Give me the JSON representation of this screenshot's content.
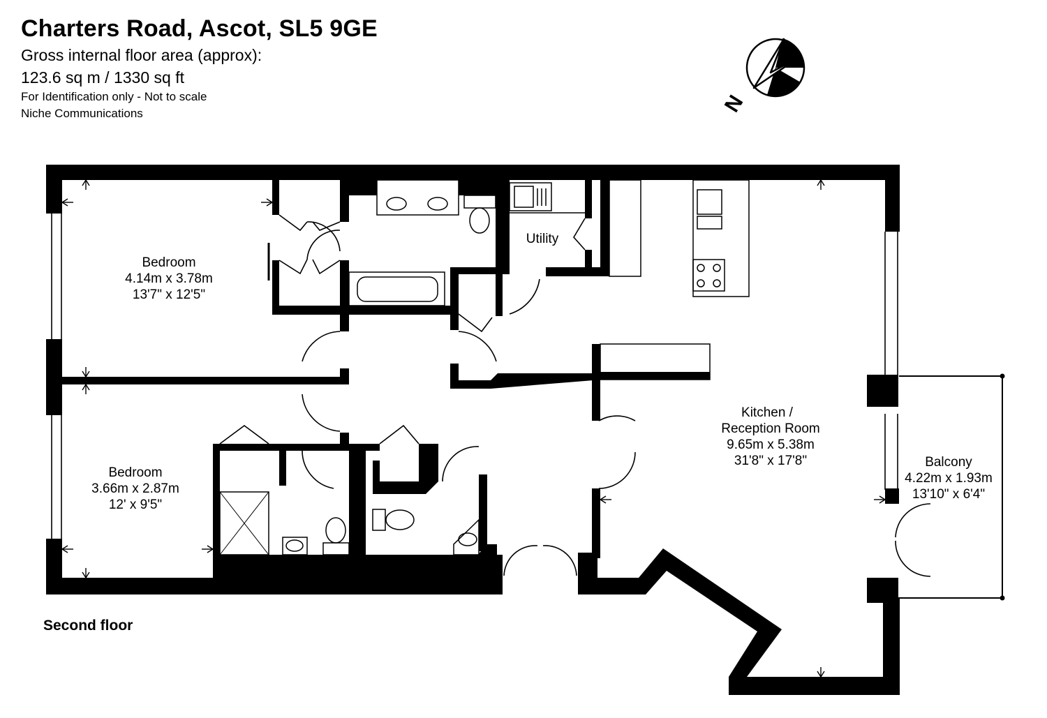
{
  "header": {
    "title": "Charters Road, Ascot, SL5 9GE",
    "area_label": "Gross internal floor area (approx):",
    "area_value": "123.6 sq m / 1330 sq ft",
    "disclaimer": "For Identification only - Not to scale",
    "agent": "Niche Communications"
  },
  "compass": {
    "north_letter": "N"
  },
  "floor": {
    "label": "Second floor"
  },
  "rooms": {
    "bedroom1": {
      "name": "Bedroom",
      "metric": "4.14m x 3.78m",
      "imperial": "13'7\" x 12'5\""
    },
    "bedroom2": {
      "name": "Bedroom",
      "metric": "3.66m x 2.87m",
      "imperial": "12' x 9'5\""
    },
    "utility": {
      "name": "Utility"
    },
    "kitchen": {
      "name_line1": "Kitchen /",
      "name_line2": "Reception Room",
      "metric": "9.65m x 5.38m",
      "imperial": "31'8\" x 17'8\""
    },
    "balcony": {
      "name": "Balcony",
      "metric": "4.22m x 1.93m",
      "imperial": "13'10\" x 6'4\""
    }
  }
}
